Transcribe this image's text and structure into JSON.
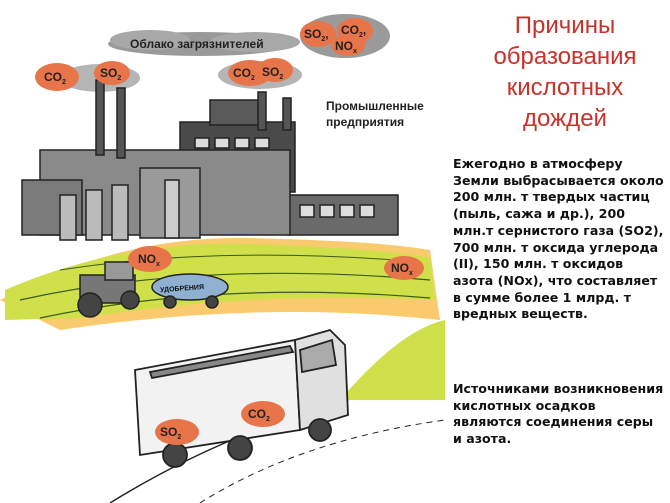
{
  "title": {
    "lines": [
      "Причины",
      "образования",
      "кислотных",
      "дождей"
    ]
  },
  "paragraphs": [
    "Ежегодно в атмосферу Земли выбрасывается около 200 млн. т твердых частиц (пыль, сажа и др.), 200 млн.т сернистого газа (SO2), 700 млн. т оксида углерода (II), 150 млн. т оксидов азота (NOx), что составляет в сумме более 1 млрд. т вредных веществ.",
    "Источниками возникновения кислотных осадков являются соединения серы и азота."
  ],
  "labels": {
    "cloud": "Облако загрязнителей",
    "industry_line1": "Промышленные",
    "industry_line2": "предприятия",
    "tanker": "УДОБРЕНИЯ"
  },
  "chemicals": {
    "co": "CO",
    "so": "SO",
    "no": "NO",
    "sub2": "2",
    "subx": "x",
    "sep": ","
  },
  "colors": {
    "title": "#c8322a",
    "pollutant_puff": "#e8744a",
    "cloud": "#9a9a9a",
    "field": "#cfe04a",
    "field_glow": "#f6b531"
  }
}
